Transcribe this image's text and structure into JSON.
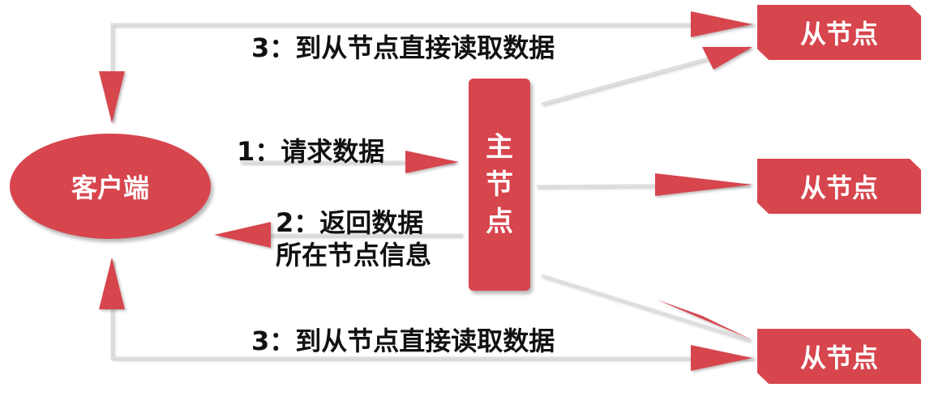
{
  "nodes": {
    "client": "客户端",
    "master_chars": [
      "主",
      "节",
      "点"
    ],
    "slave_top": "从节点",
    "slave_mid": "从节点",
    "slave_bot": "从节点"
  },
  "labels": {
    "read_top": "3：到从节点直接读取数据",
    "request": "1：请求数据",
    "return_line1": "2：返回数据",
    "return_line2": "所在节点信息",
    "read_bottom": "3：到从节点直接读取数据"
  },
  "colors": {
    "node_fill": "#d7454d",
    "arrow_fill": "#d7454d",
    "line": "#dcdcdc"
  }
}
